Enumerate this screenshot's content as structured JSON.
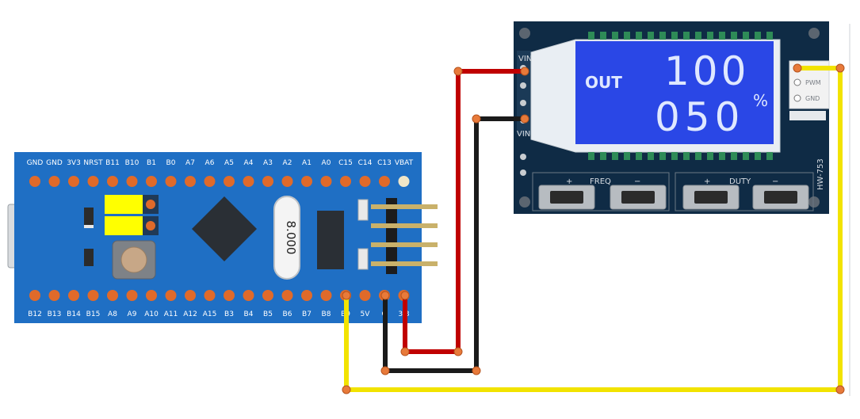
{
  "stm32": {
    "top_pins": [
      "GND",
      "GND",
      "3V3",
      "NRST",
      "B11",
      "B10",
      "B1",
      "B0",
      "A7",
      "A6",
      "A5",
      "A4",
      "A3",
      "A2",
      "A1",
      "A0",
      "C15",
      "C14",
      "C13",
      "VBAT"
    ],
    "bottom_pins": [
      "B12",
      "B13",
      "B14",
      "B15",
      "A8",
      "A9",
      "A10",
      "A11",
      "A12",
      "A15",
      "B3",
      "B4",
      "B5",
      "B6",
      "B7",
      "B8",
      "B9",
      "5V",
      "G",
      "3.3"
    ],
    "crystal_label": "8.000"
  },
  "pwm_module": {
    "lcd_out_label": "OUT",
    "lcd_freq_value": "100",
    "lcd_duty_value": "050",
    "lcd_percent": "%",
    "freq_label": "FREQ",
    "duty_label": "DUTY",
    "plus": "+",
    "minus": "−",
    "model": "HW-753",
    "left_pins": [
      "VIN+",
      "VIN-"
    ],
    "right_pins": [
      "PWM",
      "GND"
    ]
  },
  "colors": {
    "board_blue": "#1f6fc4",
    "pad_orange": "#e06a2a",
    "wire_red": "#c00000",
    "wire_black": "#1a1a1a",
    "wire_yellow": "#f2e300",
    "lcd_blue": "#2a47e6"
  }
}
